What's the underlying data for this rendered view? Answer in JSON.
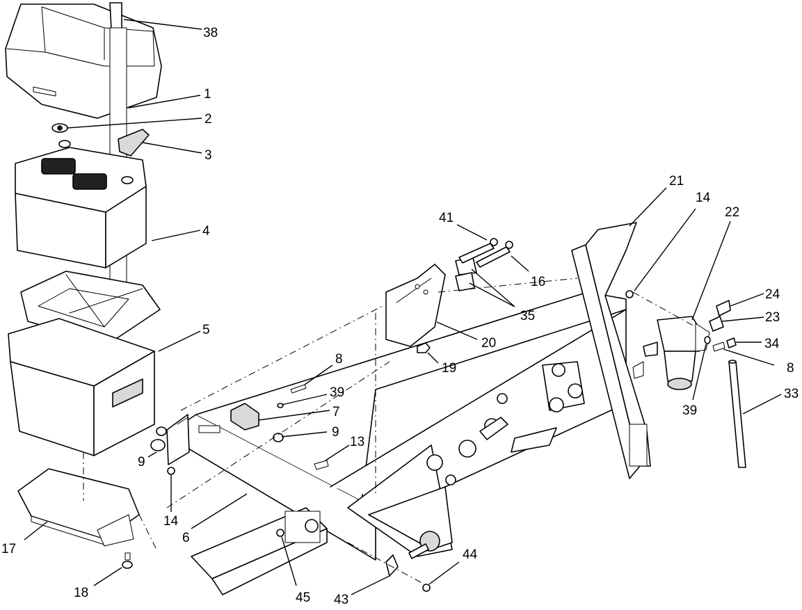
{
  "callouts": [
    {
      "id": "c38",
      "label": "38"
    },
    {
      "id": "c1",
      "label": "1"
    },
    {
      "id": "c2",
      "label": "2"
    },
    {
      "id": "c3",
      "label": "3"
    },
    {
      "id": "c4",
      "label": "4"
    },
    {
      "id": "c5",
      "label": "5"
    },
    {
      "id": "c17",
      "label": "17"
    },
    {
      "id": "c18",
      "label": "18"
    },
    {
      "id": "c9a",
      "label": "9"
    },
    {
      "id": "c14a",
      "label": "14"
    },
    {
      "id": "c6",
      "label": "6"
    },
    {
      "id": "c45",
      "label": "45"
    },
    {
      "id": "c43",
      "label": "43"
    },
    {
      "id": "c44",
      "label": "44"
    },
    {
      "id": "c13",
      "label": "13"
    },
    {
      "id": "c9b",
      "label": "9"
    },
    {
      "id": "c7",
      "label": "7"
    },
    {
      "id": "c39a",
      "label": "39"
    },
    {
      "id": "c8a",
      "label": "8"
    },
    {
      "id": "c19",
      "label": "19"
    },
    {
      "id": "c20",
      "label": "20"
    },
    {
      "id": "c41",
      "label": "41"
    },
    {
      "id": "c16",
      "label": "16"
    },
    {
      "id": "c35",
      "label": "35"
    },
    {
      "id": "c21",
      "label": "21"
    },
    {
      "id": "c14b",
      "label": "14"
    },
    {
      "id": "c22",
      "label": "22"
    },
    {
      "id": "c24",
      "label": "24"
    },
    {
      "id": "c23",
      "label": "23"
    },
    {
      "id": "c34",
      "label": "34"
    },
    {
      "id": "c8b",
      "label": "8"
    },
    {
      "id": "c33",
      "label": "33"
    },
    {
      "id": "c39b",
      "label": "39"
    }
  ]
}
